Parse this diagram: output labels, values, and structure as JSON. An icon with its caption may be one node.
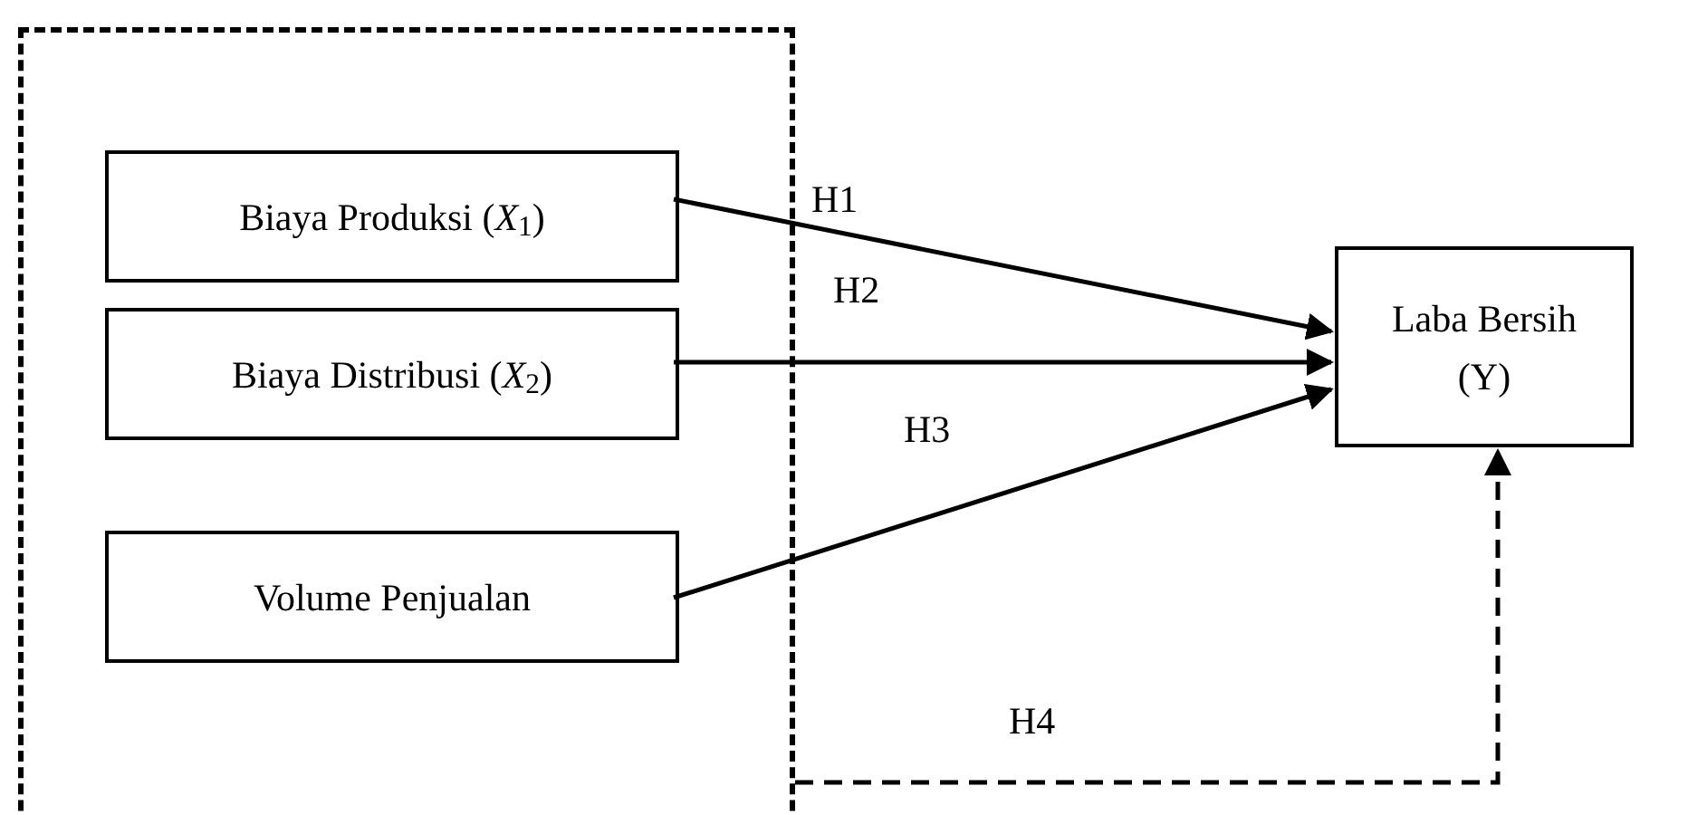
{
  "diagram": {
    "nodes": [
      {
        "text": [],
        "shape": "box"
      },
      {
        "text": [
          "Biaya Produksi (*X*$_{1}$)"
        ],
        "in": 0
      },
      {
        "text": [
          "Biaya Distribusi (*X*$_{2}$)"
        ],
        "in": 0
      },
      {
        "text": [
          "Volume Penjualan"
        ],
        "in": 0
      },
      {
        "text": [
          "Laba Bersih (Y)"
        ]
      }
    ],
    "edges": [
      {
        "from": 1,
        "to": 4,
        "arrow": "to",
        "label": "H1"
      },
      {
        "from": 2,
        "to": 4,
        "arrow": "to",
        "label": "H2"
      },
      {
        "from": 3,
        "to": 4,
        "arrow": "to",
        "label": "H3"
      },
      {
        "from": 0,
        "to": 4,
        "arrow": "to",
        "label": "H4",
        "style": "dashed"
      }
    ]
  }
}
